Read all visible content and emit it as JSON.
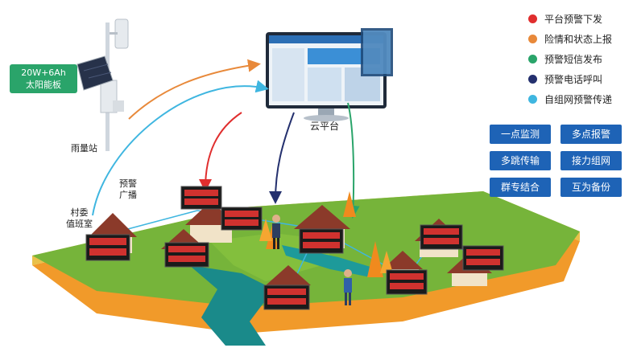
{
  "labels": {
    "solar_line1": "20W+6Ah",
    "solar_line2": "太阳能板",
    "rain_station": "雨量站",
    "broadcast_line1": "预警",
    "broadcast_line2": "广播",
    "village_line1": "村委",
    "village_line2": "值班室",
    "cloud": "云平台"
  },
  "legend": [
    {
      "label": "平台预警下发",
      "color": "#e02e2e"
    },
    {
      "label": "险情和状态上报",
      "color": "#e8893a"
    },
    {
      "label": "预警短信发布",
      "color": "#2aa46a"
    },
    {
      "label": "预警电话呼叫",
      "color": "#24306e"
    },
    {
      "label": "自组网预警传递",
      "color": "#3fb6e0"
    }
  ],
  "features": [
    "一点监测",
    "多点报警",
    "多跳传输",
    "接力组网",
    "群专结合",
    "互为备份"
  ],
  "colors": {
    "red": "#e02e2e",
    "orange": "#e8893a",
    "green": "#2aa46a",
    "navy": "#24306e",
    "cyan": "#3fb6e0",
    "feature_bg": "#1e63b6",
    "solar_bg": "#2aa46a"
  }
}
